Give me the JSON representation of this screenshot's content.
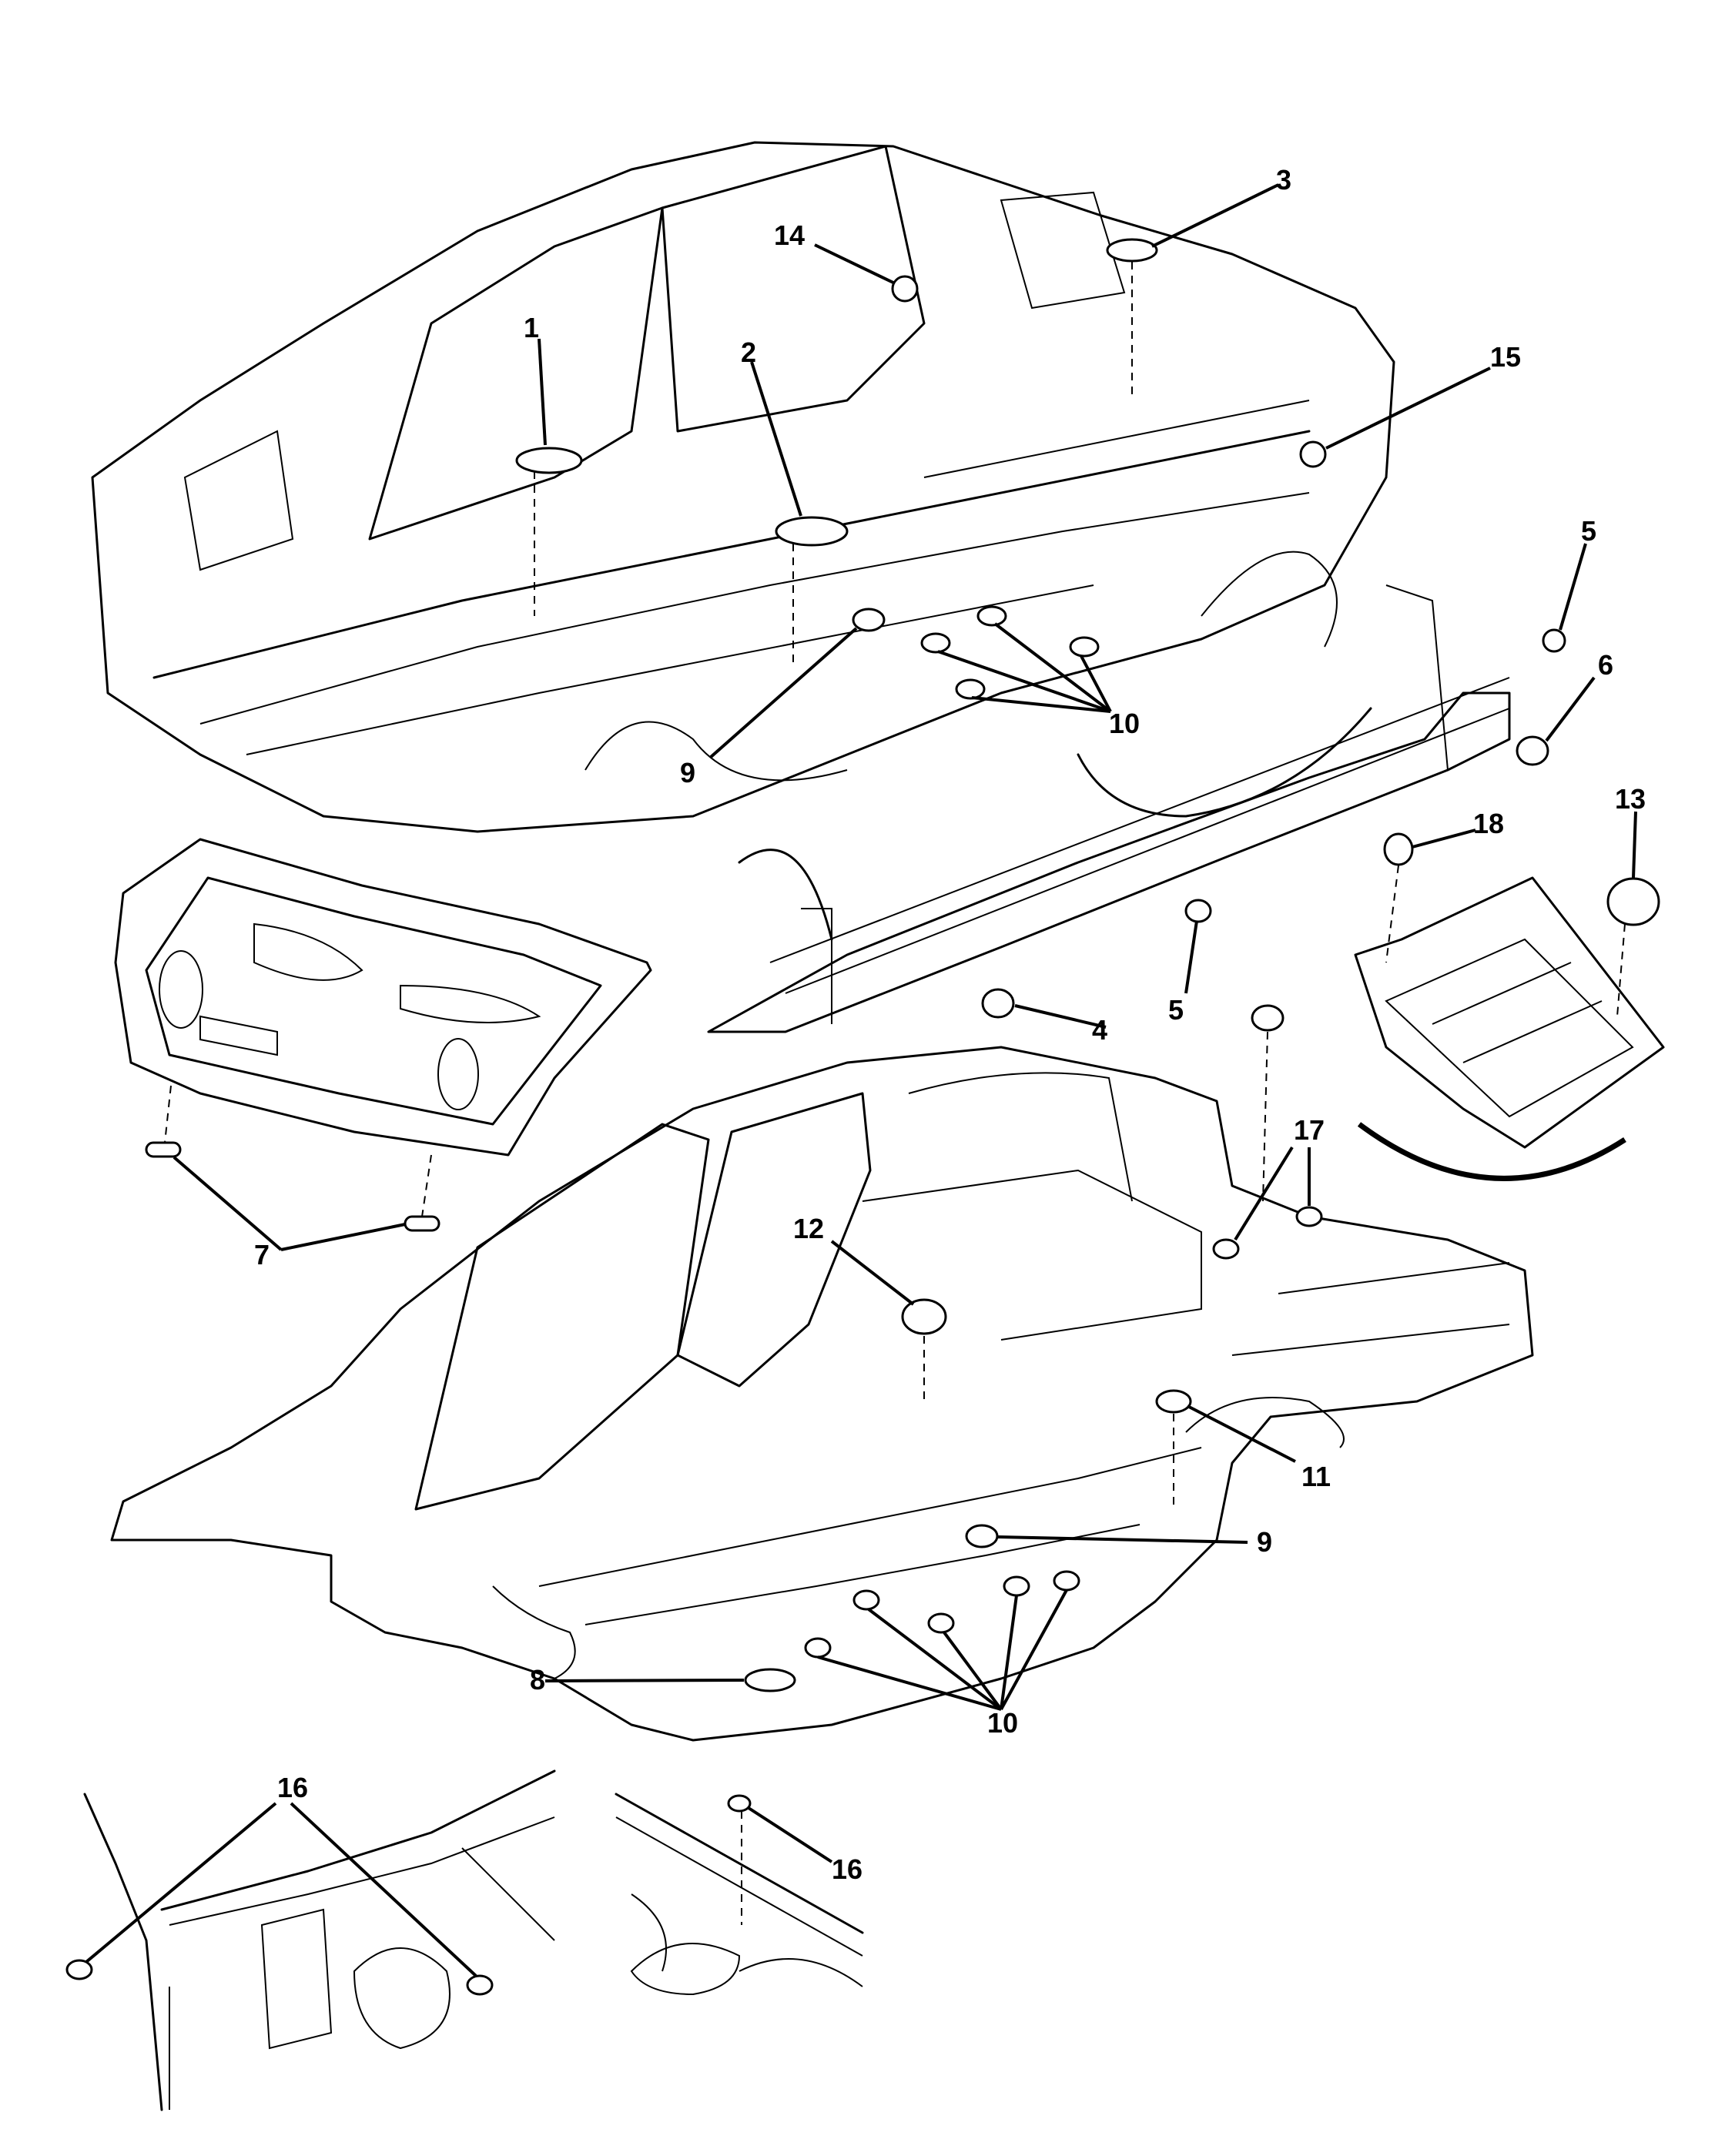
{
  "callouts": {
    "c1": "1",
    "c2": "2",
    "c3": "3",
    "c4": "4",
    "c5a": "5",
    "c5b": "5",
    "c6": "6",
    "c7": "7",
    "c8": "8",
    "c9a": "9",
    "c9b": "9",
    "c10a": "10",
    "c10b": "10",
    "c11": "11",
    "c12": "12",
    "c13": "13",
    "c14": "14",
    "c15": "15",
    "c16a": "16",
    "c16b": "16",
    "c17": "17",
    "c18": "18"
  }
}
